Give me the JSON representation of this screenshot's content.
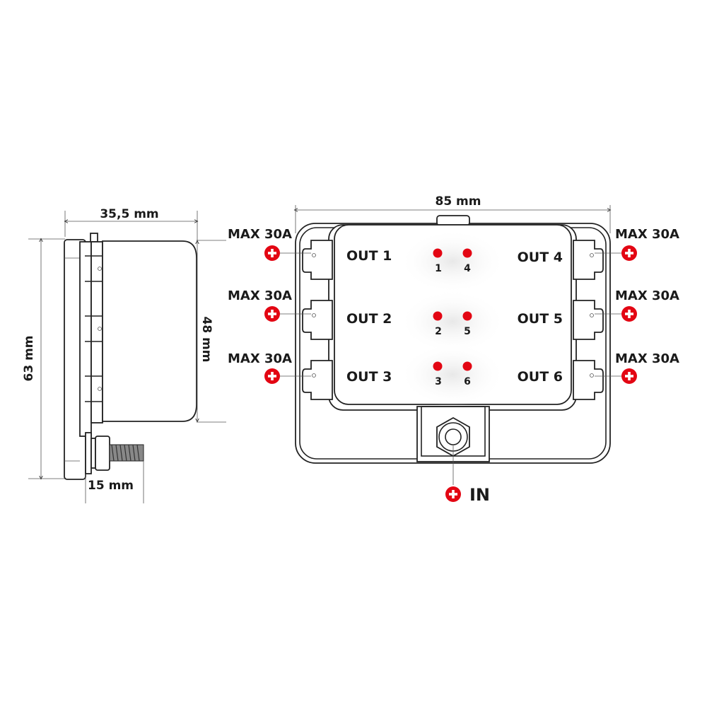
{
  "side_view": {
    "width_label": "35,5 mm",
    "height_label": "63 mm",
    "cover_height_label": "48 mm",
    "bolt_label": "15 mm"
  },
  "front_view": {
    "width_label": "85 mm",
    "outputs_left": [
      {
        "label": "OUT 1",
        "max": "MAX 30A",
        "number": "1"
      },
      {
        "label": "OUT 2",
        "max": "MAX 30A",
        "number": "2"
      },
      {
        "label": "OUT 3",
        "max": "MAX 30A",
        "number": "3"
      }
    ],
    "outputs_right": [
      {
        "label": "OUT 4",
        "max": "MAX 30A",
        "number": "4"
      },
      {
        "label": "OUT 5",
        "max": "MAX 30A",
        "number": "5"
      },
      {
        "label": "OUT 6",
        "max": "MAX 30A",
        "number": "6"
      }
    ],
    "input_label": "IN",
    "plus_symbol": "+"
  },
  "colors": {
    "accent_red": "#e30613",
    "line": "#222222"
  }
}
